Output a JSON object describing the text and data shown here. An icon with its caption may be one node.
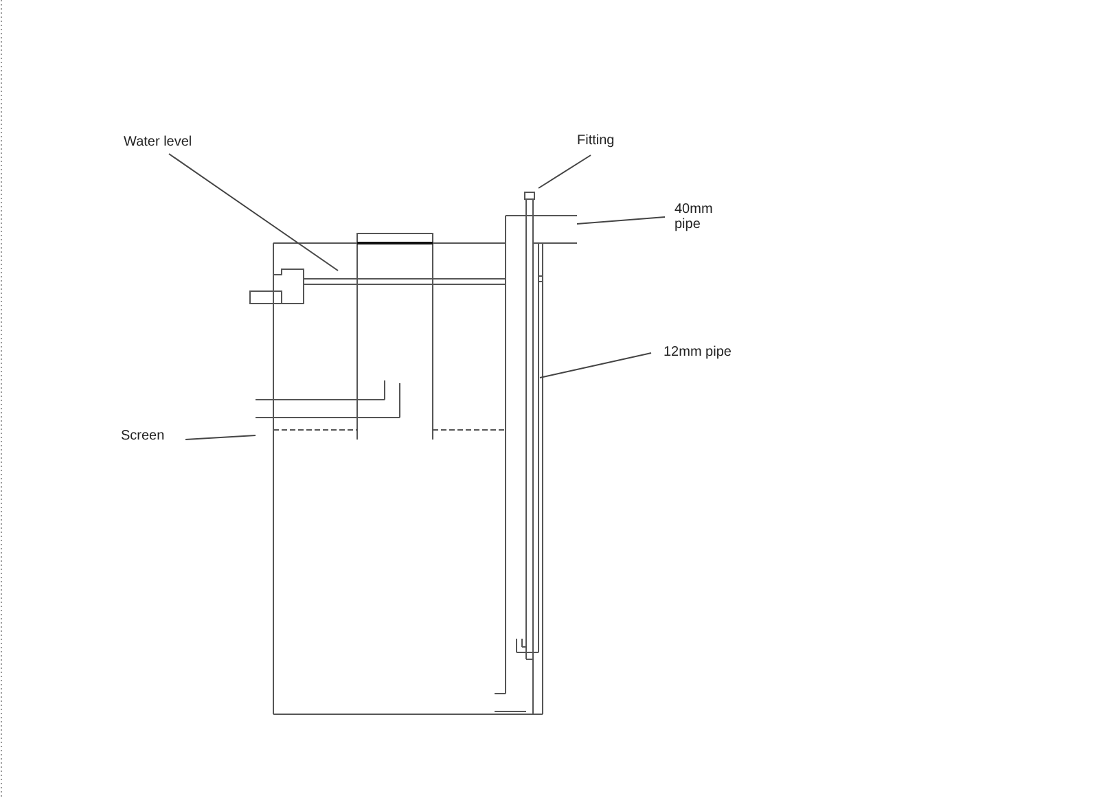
{
  "diagram": {
    "nodes": [
      {
        "text": [
          "Water level"
        ]
      },
      {
        "text": [
          "Fitting"
        ]
      },
      {
        "text": [
          "40mm pipe"
        ]
      },
      {
        "text": [
          "12mm pipe"
        ]
      },
      {
        "text": [
          "Screen"
        ]
      }
    ],
    "edges": [
      {
        "from": 0,
        "to": null,
        "arrow": "none"
      },
      {
        "from": 1,
        "to": null,
        "arrow": "none"
      },
      {
        "from": 2,
        "to": null,
        "arrow": "none"
      },
      {
        "from": 3,
        "to": null,
        "arrow": "none"
      },
      {
        "from": 4,
        "to": null,
        "arrow": "none"
      }
    ]
  }
}
